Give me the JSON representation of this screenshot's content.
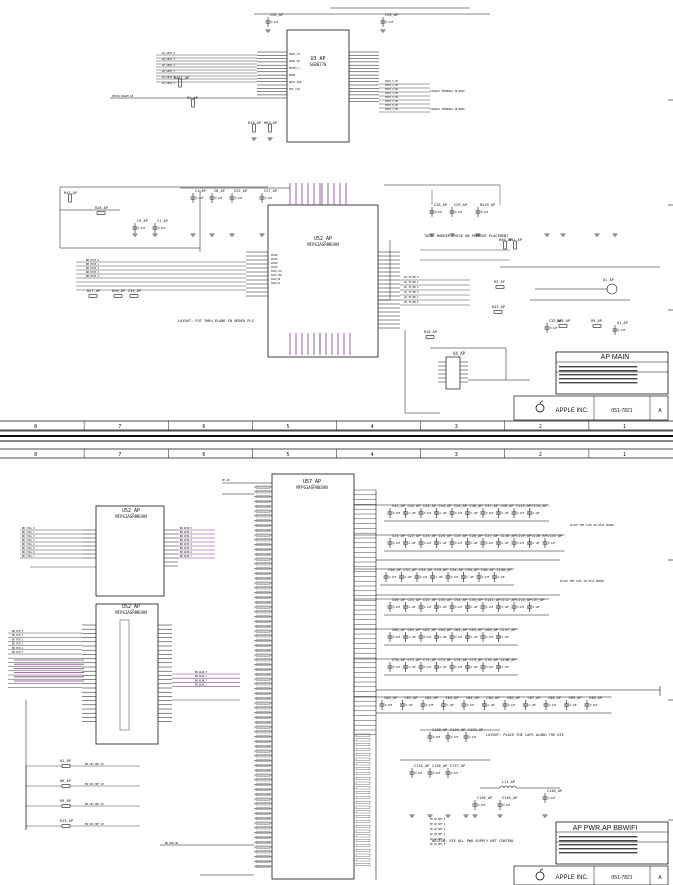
{
  "colors": {
    "ink": "#111111",
    "net": "#7a3f8a",
    "bg": "#ffffff"
  },
  "top_sheet": {
    "u_top": {
      "ref": "U3_AP",
      "part": "SGB8770",
      "pins": [
        "UART_TX",
        "UART_RX",
        "RESET_L",
        "WAKE",
        "HOST_IRQ",
        "SPI_CLK",
        "SPI_MOSI",
        "SPI_MISO",
        "SPI_CS",
        "PWR_EN",
        "VDD_IO",
        "VBAT"
      ]
    },
    "u_mid": {
      "ref": "U52_AP",
      "part": "MFPG3ASP8N3VN",
      "pins": [
        "GPIO0",
        "GPIO1",
        "GPIO2",
        "GPIO3",
        "SDIO_CLK",
        "SDIO_CMD",
        "SDIO_D0",
        "SDIO_D1",
        "SDIO_D2",
        "SDIO_D3",
        "PCIE_CLK",
        "PCIE_RST",
        "BT_UART",
        "JTAG"
      ]
    },
    "u_small": {
      "ref": "U4_AP"
    },
    "labels_top": [
      "C55_AP",
      "C26_AP",
      "R461_AP",
      "R1_AP",
      "R13_AP",
      "R62_AP"
    ],
    "labels_mid": [
      "R47_AP",
      "R28_AP",
      "C9_AP",
      "C1_AP",
      "C8_AP",
      "C22_AP",
      "C27_AP",
      "C28_AP",
      "C29_AP",
      "R419_AP",
      "R49_AP",
      "R41_AP",
      "R3_AP",
      "R43_AP",
      "R63_AP",
      "R9_AP",
      "R10_AP",
      "R27_AP",
      "R20_AP",
      "C33_AP",
      "Q1_AP"
    ],
    "note1": "TODO: MARKER CHECK ON PRESENT PLACEMENT",
    "note2": "LAYOUT: PUT THRU PLANE IN ORDER PLS",
    "title_block": {
      "title": "AP MAIN",
      "company": "APPLE INC.",
      "doc": "051-7821",
      "rev": "A"
    },
    "zones": [
      "8",
      "7",
      "6",
      "5",
      "4",
      "3",
      "2",
      "1"
    ]
  },
  "bottom_sheet": {
    "u_big": {
      "ref": "U57_AP",
      "part": "MFPG3ASP8N3VN"
    },
    "u_a": {
      "ref": "U52_AP",
      "part": "MFPG3ASP8N3VN"
    },
    "u_b": {
      "ref": "U52_AP",
      "part": "MFPG3ASP8N3VN"
    },
    "cap_rows": [
      [
        "C41_AP",
        "C42_AP",
        "C43_AP",
        "C44_AP",
        "C45_AP",
        "C46_AP",
        "C47_AP",
        "C48_AP",
        "C113_AP",
        "C114_AP"
      ],
      [
        "C21_AP",
        "C22_AP",
        "C23_AP",
        "C24_AP",
        "C25_AP",
        "C26_AP",
        "C27_AP",
        "C118_AP",
        "C119_AP",
        "C120_AP",
        "C123_AP"
      ],
      [
        "C30_AP",
        "C31_AP",
        "C32_AP",
        "C33_AP",
        "C34_AP",
        "C35_AP",
        "C36_AP",
        "C130_AP"
      ],
      [
        "C50_AP",
        "C51_AP",
        "C52_AP",
        "C53_AP",
        "C54_AP",
        "C55_AP",
        "C111_AP",
        "C112_AP",
        "C113_AP",
        "C57_AP"
      ],
      [
        "C60_AP",
        "C61_AP",
        "C62_AP",
        "C63_AP",
        "C64_AP",
        "C65_AP",
        "C66_AP",
        "C157_AP"
      ],
      [
        "C70_AP",
        "C71_AP",
        "C72_AP",
        "C73_AP",
        "C74_AP",
        "C75_AP",
        "C76_AP",
        "C140_AP"
      ],
      [
        "C80_AP",
        "C81_AP",
        "C82_AP",
        "C83_AP",
        "C84_AP",
        "C85_AP",
        "C86_AP",
        "C87_AP",
        "C88_AP",
        "C89_AP",
        "C90_AP"
      ]
    ],
    "labels_small": [
      "C128_AP",
      "C129_AP",
      "C133_AP",
      "C134_AP",
      "C156_AP",
      "C137_AP",
      "C146_AP",
      "L11_AP",
      "R1_AP",
      "R6_AP",
      "R9_AP",
      "R15_AP"
    ],
    "note_mid": "LAYOUT: PLACE THE CAPS ALONG THE DIE",
    "note_bottom": "DESIGN: SEE ALL PWR SUPPLY NET CONTROL",
    "title_block": {
      "title": "AP PWR,AP BBWIFI",
      "company": "APPLE INC.",
      "doc": "051-7821",
      "rev": "A"
    }
  }
}
